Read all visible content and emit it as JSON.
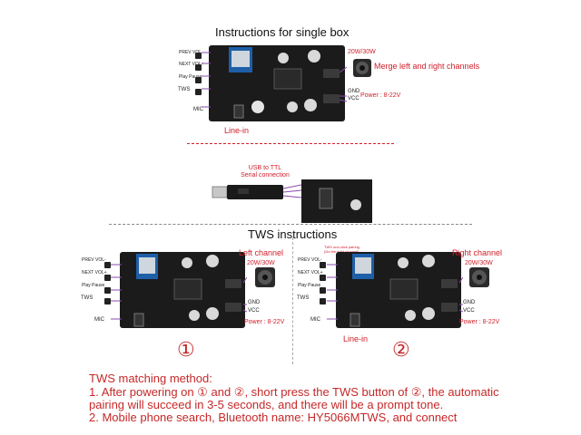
{
  "titles": {
    "single": "Instructions for single box",
    "tws": "TWS instructions"
  },
  "single_box": {
    "power_rating": "20W/30W",
    "merge_note": "Merge left and right channels",
    "gnd": "GND",
    "vcc": "VCC",
    "power": "Power : 8-22V",
    "line_in": "Line-in",
    "mic": "MIC",
    "buttons": [
      "PREV VOL-",
      "NEXT VOL+",
      "Play Pause",
      "TWS"
    ]
  },
  "usb": {
    "label_line1": "USB to TTL",
    "label_line2": "Serial connection"
  },
  "tws": {
    "left_channel": "Left channel",
    "right_channel": "Right channel",
    "one_click_line1": "TWS one-click pairing",
    "one_click_line2": "(Do the right channel)",
    "left_power_rating": "20W/30W",
    "right_power_rating": "20W/30W",
    "left_gnd": "GND",
    "left_vcc": "VCC",
    "left_power": "Power : 8-22V",
    "right_gnd": "GND",
    "right_vcc": "VCC",
    "right_power": "Power : 8-22V",
    "left_mic": "MIC",
    "right_mic": "MIC",
    "line_in": "Line-in",
    "left_buttons": [
      "PREV VOL-",
      "NEXT VOL+",
      "Play Pause",
      "TWS"
    ],
    "right_buttons": [
      "PREV VOL-",
      "NEXT VOL+",
      "Play Pause",
      "TWS"
    ],
    "marker_1": "①",
    "marker_2": "②"
  },
  "instructions": {
    "heading": "TWS matching method:",
    "line1": "1. After powering on ① and ②, short press the TWS button of ②, the automatic",
    "line2": "pairing will succeed in 3-5 seconds, and there will be a prompt tone.",
    "line3": "2. Mobile phone search, Bluetooth name: HY5066MTWS, and connect"
  },
  "colors": {
    "accent_red": "#c62828",
    "board": "#1b1b1b",
    "bt_module": "#1e5fa8",
    "wire_purple": "#8a4bb0"
  }
}
